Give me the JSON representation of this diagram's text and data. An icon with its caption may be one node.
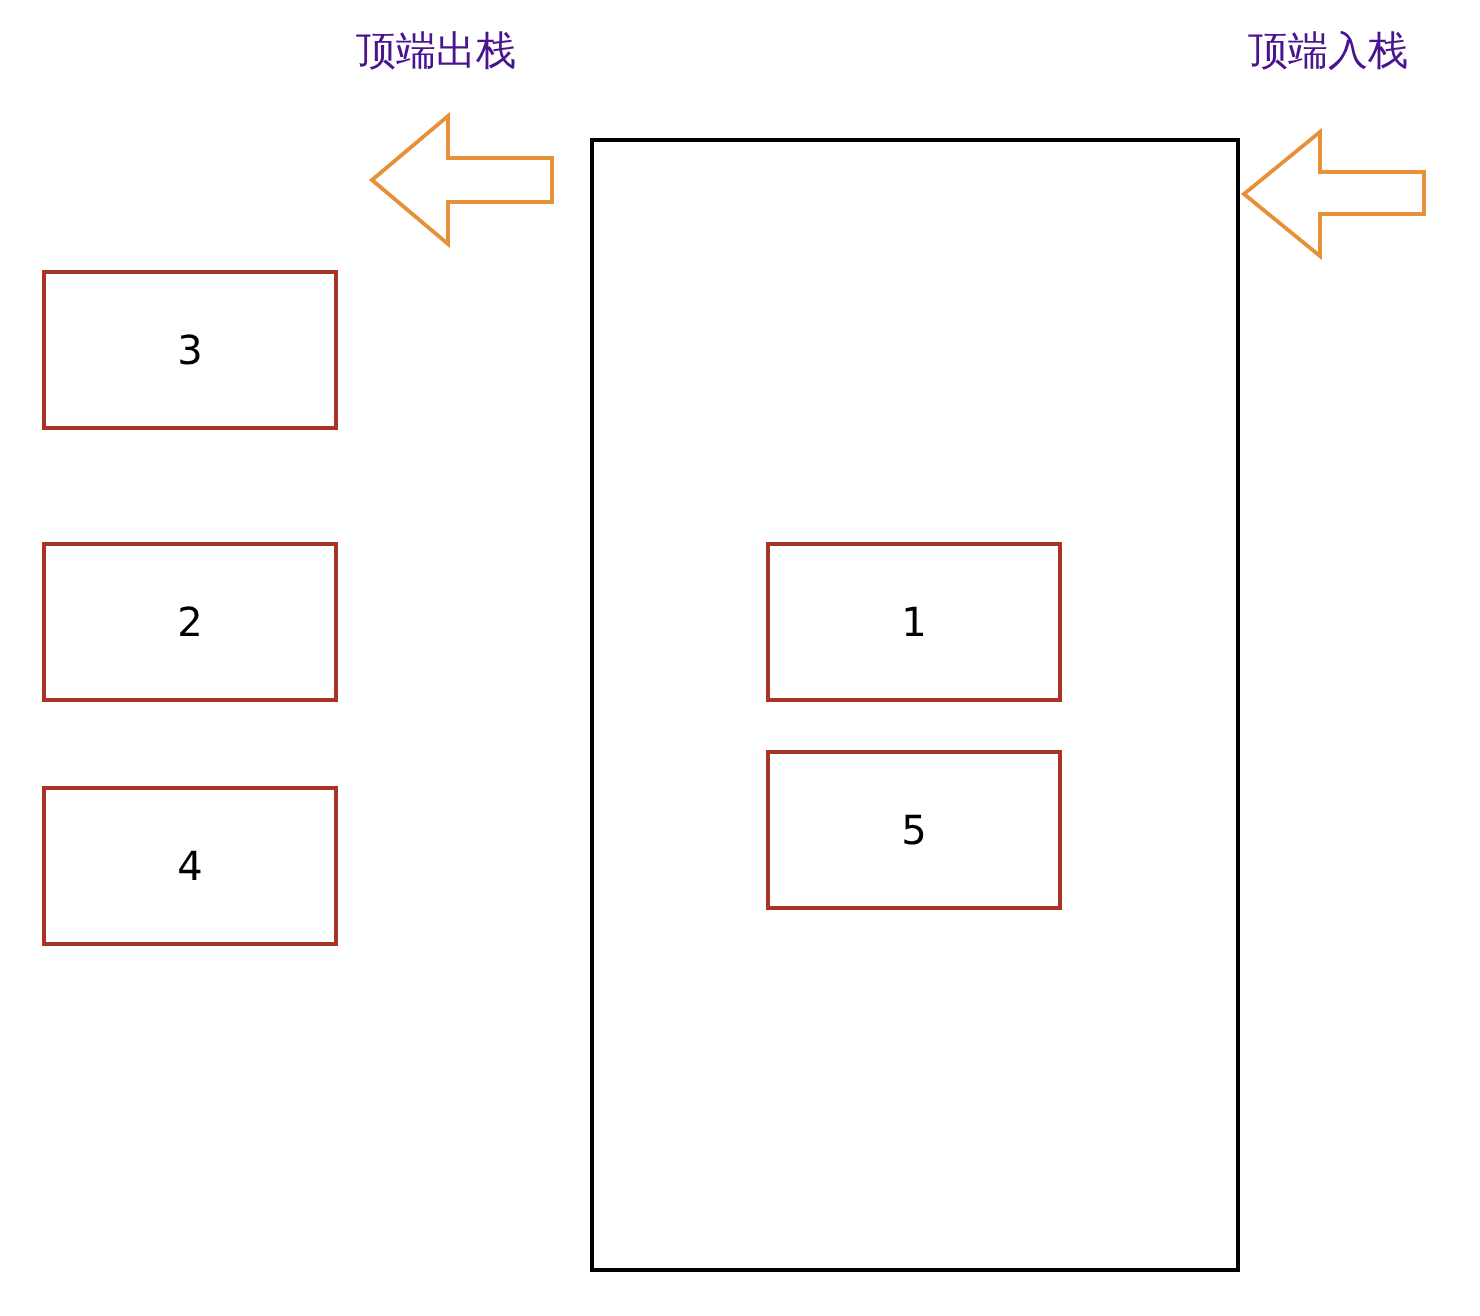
{
  "diagram": {
    "nodes": [
      {
        "text": [],
        "shape": "box"
      },
      {
        "text": [
          "3"
        ]
      },
      {
        "text": [
          "2"
        ]
      },
      {
        "text": [
          "4"
        ]
      },
      {
        "text": [
          "1"
        ],
        "in": 0
      },
      {
        "text": [
          "5"
        ],
        "in": 0
      }
    ],
    "labels": [
      "顶端出栈",
      "顶端入栈"
    ]
  }
}
